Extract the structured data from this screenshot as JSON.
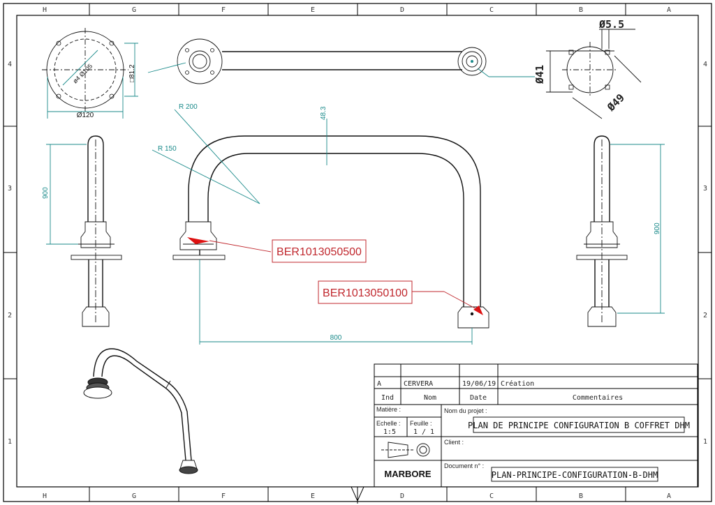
{
  "border": {
    "columns": [
      "H",
      "G",
      "F",
      "E",
      "D",
      "C",
      "B",
      "A"
    ],
    "rows": [
      "4",
      "3",
      "2",
      "1"
    ]
  },
  "views": {
    "top_flange": {
      "diameter_outer": "Ø120",
      "bolt_circle": "ø4 Ø105",
      "square": "□81.2"
    },
    "right_plate": {
      "hole": "Ø5.5",
      "bore": "Ø41",
      "bolt_circle": "Ø49"
    },
    "front": {
      "radius_outer": "R 200",
      "radius_inner": "R 150",
      "height_top": "48.3",
      "width": "800"
    },
    "left": {
      "height": "900"
    },
    "right": {
      "height": "900"
    }
  },
  "references": {
    "ref_left": "BER1013050500",
    "ref_right": "BER1013050100"
  },
  "title_block": {
    "revision": {
      "index": "A",
      "name": "CERVERA",
      "date": "19/06/19",
      "comment": "Création"
    },
    "header": {
      "ind": "Ind",
      "nom": "Nom",
      "date": "Date",
      "comments": "Commentaires"
    },
    "matiere_label": "Matière :",
    "nom_projet_label": "Nom du projet :",
    "nom_projet_value": "PLAN DE PRINCIPE CONFIGURATION B COFFRET DHM",
    "echelle_label": "Echelle :",
    "echelle_value": "1:5",
    "feuille_label": "Feuille :",
    "feuille_value": "1 / 1",
    "client_label": "Client :",
    "document_label": "Document n° :",
    "document_value": "PLAN-PRINCIPE-CONFIGURATION-B-DHM",
    "company": "MARBORE"
  },
  "colors": {
    "dimension": "#1a8a8a",
    "reference": "#c0272d",
    "line": "#111111"
  }
}
